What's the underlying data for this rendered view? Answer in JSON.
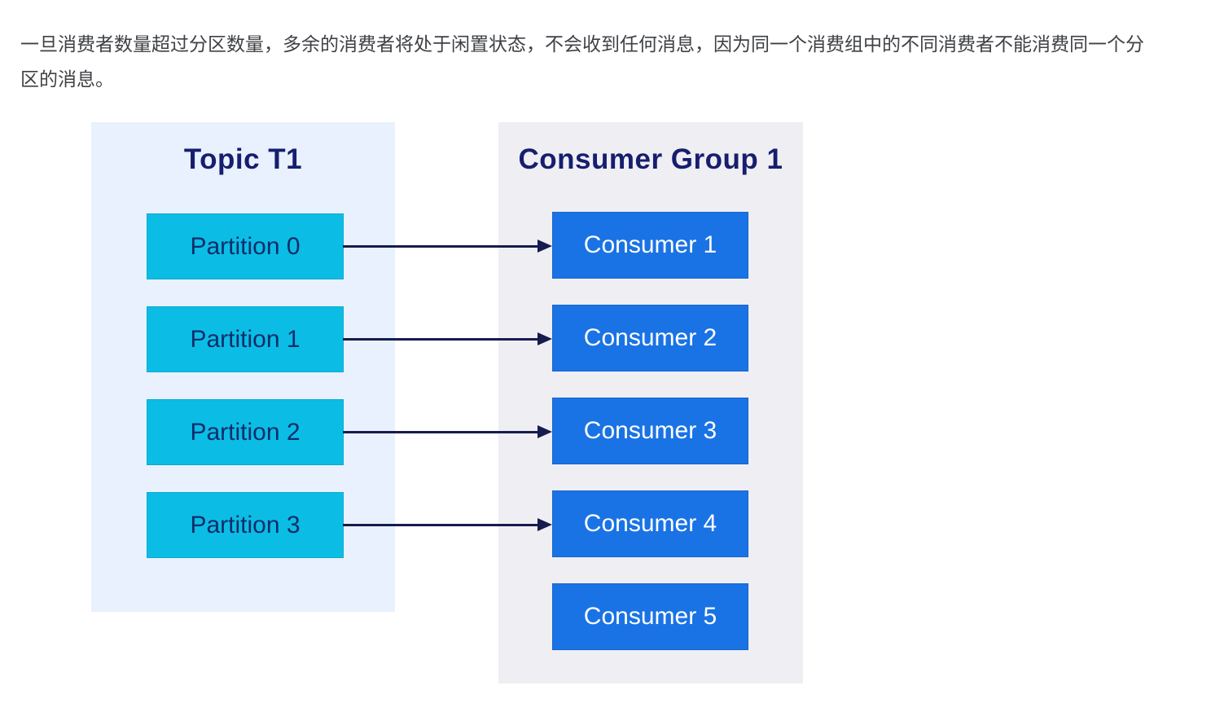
{
  "description": {
    "full_text": "一旦消费者数量超过分区数量，多余的消费者将处于闲置状态，不会收到任何消息，因为同一个消费组中的不同消费者不能消费同一个分区的消息。",
    "lines": [
      "一旦消费者数量超过分区数量，多余的消费者将处于闲置状态，不会收到任何消息，因为同一个消费组中的不同消费者不能消费同一个分",
      "区的消息。"
    ]
  },
  "diagram": {
    "topic": {
      "title": "Topic T1",
      "partitions": [
        "Partition 0",
        "Partition 1",
        "Partition 2",
        "Partition 3"
      ]
    },
    "consumer_group": {
      "title": "Consumer Group 1",
      "consumers": [
        "Consumer 1",
        "Consumer 2",
        "Consumer 3",
        "Consumer 4",
        "Consumer 5"
      ]
    },
    "connections": [
      {
        "from": "Partition 0",
        "to": "Consumer 1"
      },
      {
        "from": "Partition 1",
        "to": "Consumer 2"
      },
      {
        "from": "Partition 2",
        "to": "Consumer 3"
      },
      {
        "from": "Partition 3",
        "to": "Consumer 4"
      }
    ],
    "colors": {
      "topic_panel_bg": "#e8f1fd",
      "consumer_panel_bg": "#efeef3",
      "partition_box": "#0bbde4",
      "consumer_box": "#1a73e4",
      "title_text": "#161e6e",
      "partition_text": "#0e2d6b",
      "consumer_text": "#ffffff",
      "arrow": "#161c4e",
      "body_text": "#3f4145"
    }
  }
}
